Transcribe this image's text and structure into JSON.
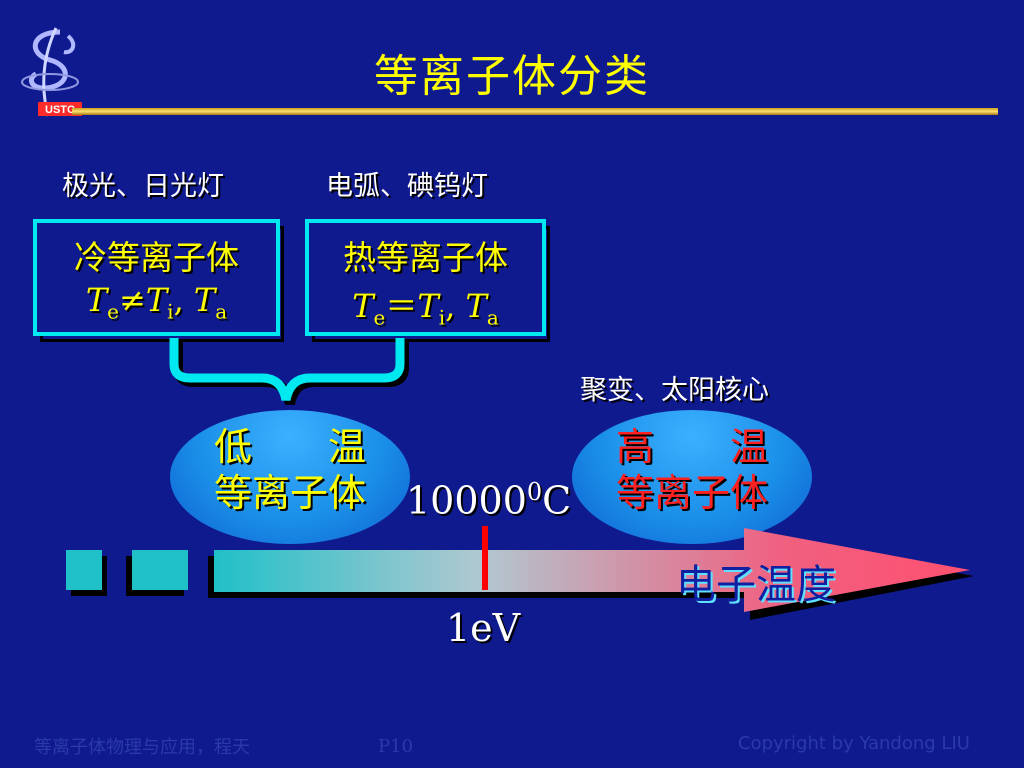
{
  "title": "等离子体分类",
  "logo": {
    "text": "USTC"
  },
  "examples": {
    "cold": "极光、日光灯",
    "hot": "电弧、碘钨灯",
    "fusion": "聚变、太阳核心"
  },
  "boxes": {
    "cold": {
      "name": "冷等离子体",
      "rel_T": "T",
      "rel_e": "e",
      "rel_op": "≠",
      "rel_i": "i",
      "rel_sep": ", ",
      "rel_a": "a"
    },
    "hot": {
      "name": "热等离子体",
      "rel_T": "T",
      "rel_e": "e",
      "rel_op": "＝",
      "rel_i": "i",
      "rel_sep": ", ",
      "rel_a": "a"
    }
  },
  "ellipses": {
    "low": {
      "line1": "低　　温",
      "line2": "等离子体"
    },
    "high": {
      "line1": "高　　温",
      "line2": "等离子体"
    }
  },
  "temperature": {
    "value": "10000",
    "sup": "0",
    "unit": "C"
  },
  "energy": "1eV",
  "axis_label": "电子温度",
  "footer": {
    "left": "等离子体物理与应用，程天",
    "page": "P10",
    "right": "Copyright by Yandong LIU"
  },
  "colors": {
    "background": "#101a8f",
    "title": "#ffff00",
    "box_border": "#00e8f0",
    "low_text": "#ffff00",
    "high_text": "#ff2020",
    "marker": "#ff0000"
  }
}
